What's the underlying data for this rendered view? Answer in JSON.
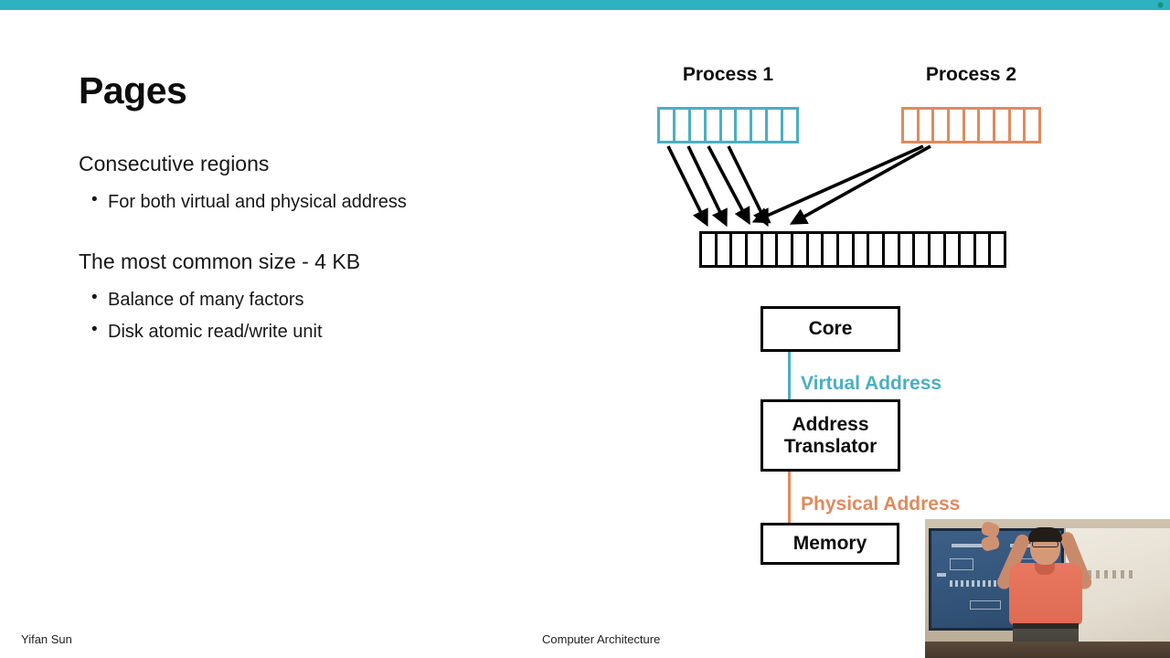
{
  "topbar": {
    "color": "#2fb2bf",
    "indicator_name": "recording-indicator"
  },
  "slide": {
    "title": "Pages",
    "sections": [
      {
        "heading": "Consecutive regions",
        "bullets": [
          "For both virtual and physical address"
        ]
      },
      {
        "heading": "The most common size - 4 KB",
        "bullets": [
          "Balance of many factors",
          "Disk atomic read/write unit"
        ]
      }
    ]
  },
  "diagram": {
    "process1": {
      "label": "Process 1",
      "cells": 9,
      "color": "#4bafc0"
    },
    "process2": {
      "label": "Process 2",
      "cells": 9,
      "color": "#df8a5e"
    },
    "physical_memory": {
      "cells": 20,
      "color": "#000000"
    },
    "mapping_arrows": {
      "from_process1": 4,
      "from_process2": 2,
      "color": "#000000"
    },
    "flow": {
      "boxes": [
        {
          "label": "Core"
        },
        {
          "label": "Address\nTranslator",
          "line1": "Address",
          "line2": "Translator"
        },
        {
          "label": "Memory"
        }
      ],
      "connections": [
        {
          "label": "Virtual Address",
          "color": "#4bafc0"
        },
        {
          "label": "Physical Address",
          "color": "#df8a5e"
        }
      ]
    }
  },
  "footer": {
    "author": "Yifan Sun",
    "course": "Computer Architecture"
  },
  "webcam": {
    "description": "lecturer-presenting-video"
  }
}
